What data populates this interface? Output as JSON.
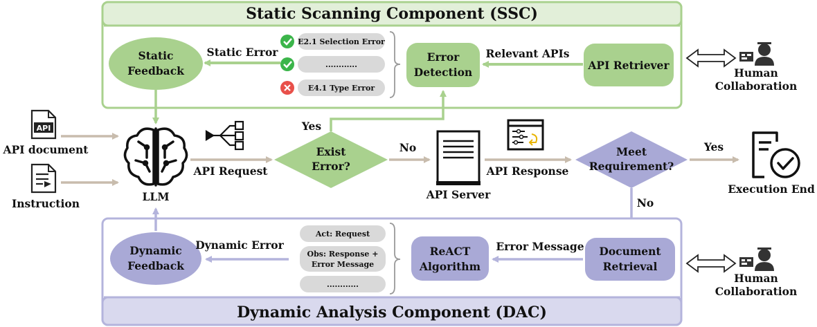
{
  "ssc": {
    "title": "Static Scanning Component (SSC)",
    "static_feedback": [
      "Static",
      "Feedback"
    ],
    "static_error_label": "Static Error",
    "checks": [
      {
        "status": "pass",
        "text": "E2.1 Selection Error"
      },
      {
        "status": "pass",
        "text": "............"
      },
      {
        "status": "fail",
        "text": "E4.1 Type Error"
      }
    ],
    "error_detection": [
      "Error",
      "Detection"
    ],
    "relevant_apis_label": "Relevant APIs",
    "api_retriever": "API Retriever"
  },
  "inputs": {
    "api_document": "API document",
    "api_icon_text": "API",
    "instruction": "Instruction"
  },
  "flow": {
    "llm": "LLM",
    "api_request": "API Request",
    "exist_error": [
      "Exist",
      "Error?"
    ],
    "yes1": "Yes",
    "no1": "No",
    "api_server": "API Server",
    "api_response": "API Response",
    "meet_requirement": [
      "Meet",
      "Requirement?"
    ],
    "yes2": "Yes",
    "no2": "No",
    "execution_end": "Execution End"
  },
  "dac": {
    "title": "Dynamic Analysis Component (DAC)",
    "dynamic_feedback": [
      "Dynamic",
      "Feedback"
    ],
    "dynamic_error_label": "Dynamic Error",
    "items": [
      [
        "Act: Request"
      ],
      [
        "Obs: Response +",
        "Error Message"
      ],
      [
        "............"
      ]
    ],
    "react": [
      "ReACT",
      "Algorithm"
    ],
    "error_message_label": "Error Message",
    "document_retrieval": [
      "Document",
      "Retrieval"
    ]
  },
  "human": {
    "top": [
      "Human",
      "Collaboration"
    ],
    "bottom": [
      "Human",
      "Collaboration"
    ]
  },
  "colors": {
    "green_border": "#a9d18e",
    "green_fill": "#a9d18e",
    "green_dark": "#8cbf6c",
    "purple_border": "#b4b4dc",
    "purple_fill": "#a9a9d6",
    "arrow_tan": "#c8bcad",
    "pill_gray": "#d9d9d9",
    "check_green": "#3bb54a",
    "cross_red": "#e8504a"
  }
}
